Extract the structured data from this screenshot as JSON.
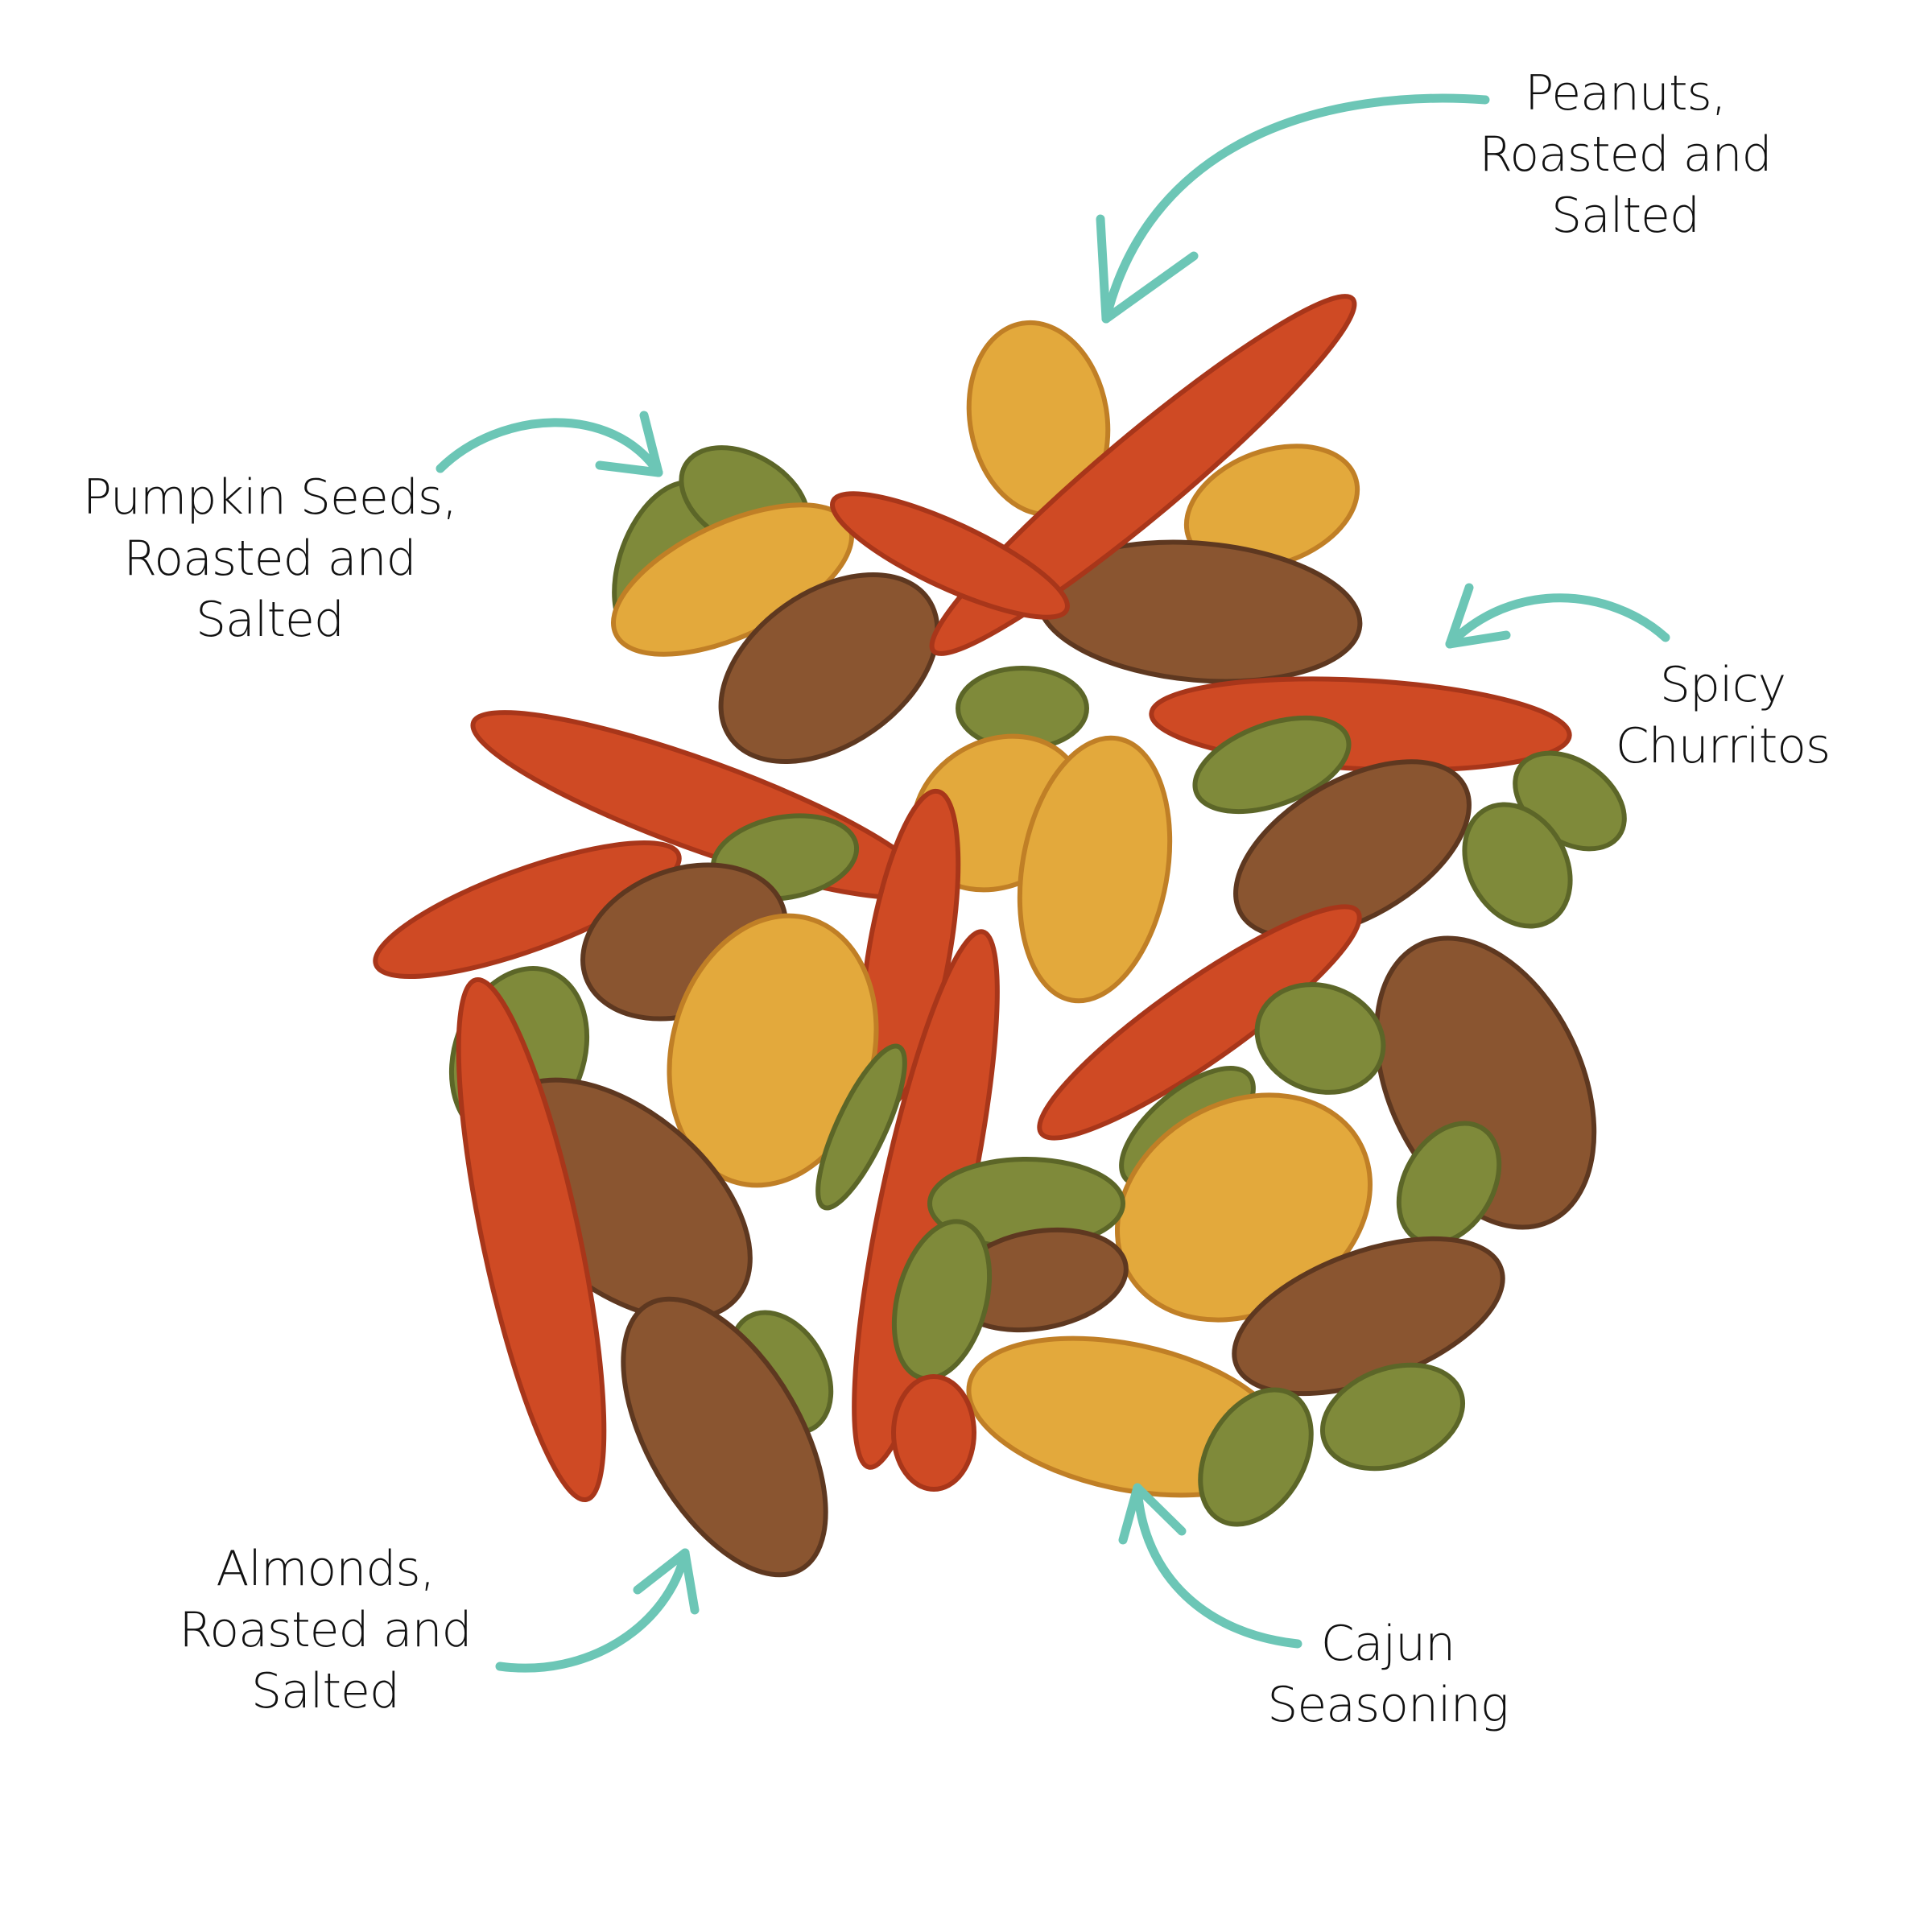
{
  "labels": {
    "peanuts": [
      "Peanuts,",
      "Roasted and",
      "Salted"
    ],
    "pumpkin_seeds": [
      "Pumpkin Seeds,",
      "Roasted and",
      "Salted"
    ],
    "spicy_churritos": [
      "Spicy",
      "Churritos"
    ],
    "almonds": [
      "Almonds,",
      "Roasted and",
      "Salted"
    ],
    "cajun_seasoning": [
      "Cajun",
      "Seasoning"
    ]
  },
  "colors": {
    "arrow": "#6cc6b6",
    "churrito": "#cf4a24",
    "almond": "#8a5530",
    "peanut": "#e3a93c",
    "pumpkin_seed": "#7f8a3a"
  }
}
